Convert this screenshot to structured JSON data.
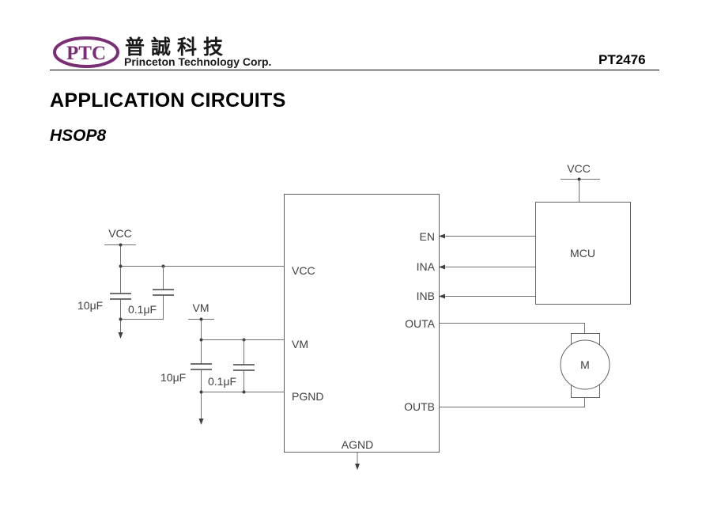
{
  "header": {
    "logo_text": "PTC",
    "company_chinese": "普誠科技",
    "company_name": "Princeton Technology Corp.",
    "part_number": "PT2476"
  },
  "section_title": "APPLICATION CIRCUITS",
  "subsection_title": "HSOP8",
  "diagram": {
    "ic_pins_left": [
      "VCC",
      "VM",
      "PGND"
    ],
    "ic_pins_right": [
      "EN",
      "INA",
      "INB",
      "OUTA",
      "OUTB"
    ],
    "ic_pin_bottom": "AGND",
    "mcu_label": "MCU",
    "mcu_supply": "VCC",
    "motor_label": "M",
    "vcc_label": "VCC",
    "vm_label": "VM",
    "vcc_cap_large": "10μF",
    "vcc_cap_small": "0.1μF",
    "vm_cap_large": "10μF",
    "vm_cap_small": "0.1μF"
  }
}
